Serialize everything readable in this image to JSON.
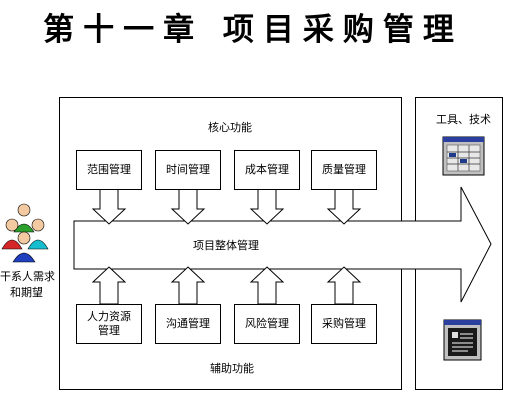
{
  "title": "第十一章 项目采购管理",
  "core_label": "核心功能",
  "aux_label": "辅助功能",
  "tools_label": "工具、技术",
  "integration_label": "项目整体管理",
  "stakeholder_label_line1": "干系人需求",
  "stakeholder_label_line2": "和期望",
  "core_boxes": [
    "范围管理",
    "时间管理",
    "成本管理",
    "质量管理"
  ],
  "aux_boxes": [
    "人力资源管理",
    "沟通管理",
    "风险管理",
    "采购管理"
  ],
  "colors": {
    "line": "#000000",
    "screen_blue": "#1f3a8a",
    "window_blue": "#2b3f9e"
  },
  "icons": [
    "people-icon",
    "spreadsheet-window-icon",
    "document-window-icon"
  ]
}
